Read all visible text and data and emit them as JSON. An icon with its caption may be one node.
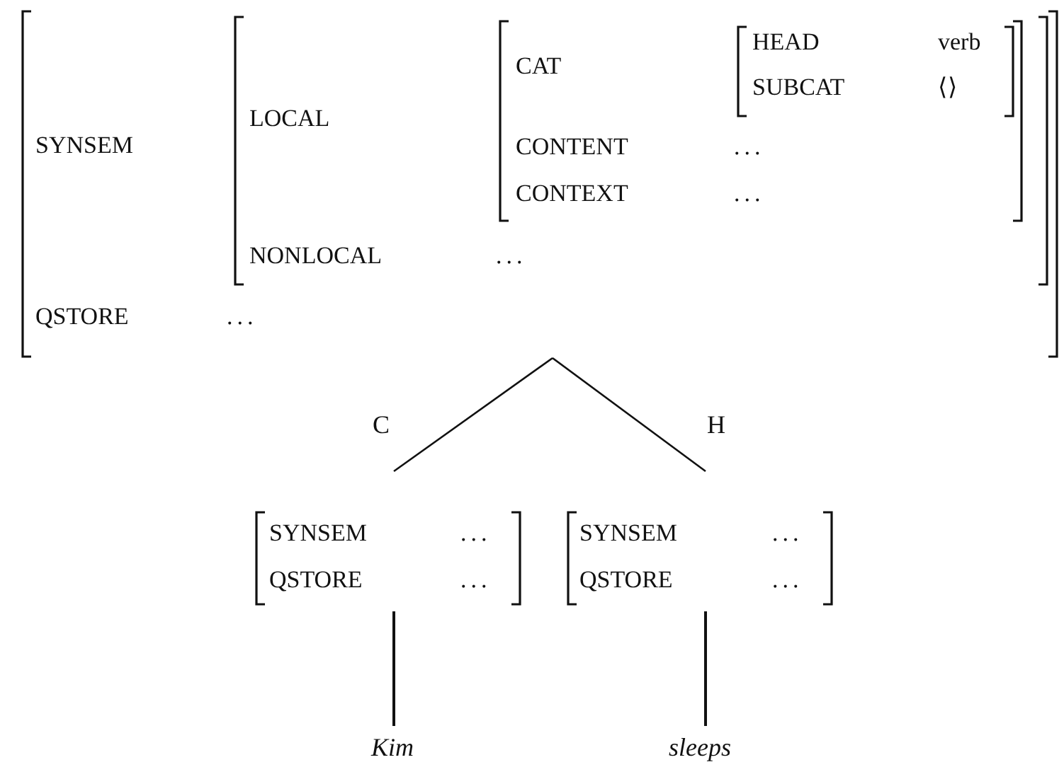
{
  "diagram": {
    "nodes": [
      {
        "text": [
          "SYNSEM",
          "QSTORE",
          "..."
        ]
      },
      {
        "text": [
          "LOCAL",
          "NONLOCAL",
          "..."
        ],
        "in": 0
      },
      {
        "text": [
          "CAT",
          "CONTENT",
          "...",
          "CONTEXT",
          "..."
        ],
        "in": 1
      },
      {
        "text": [
          "HEAD",
          "verb",
          "SUBCAT",
          "⟨⟩"
        ],
        "in": 2
      },
      {
        "text": [
          "SYNSEM",
          "...",
          "QSTORE",
          "..."
        ]
      },
      {
        "text": [
          "SYNSEM",
          "...",
          "QSTORE",
          "..."
        ]
      },
      {
        "text": [
          "Kim"
        ]
      },
      {
        "text": [
          "sleeps"
        ]
      }
    ],
    "edges": [
      {
        "from": 0,
        "to": 4,
        "arrow": "none",
        "label": "C"
      },
      {
        "from": 0,
        "to": 5,
        "arrow": "none",
        "label": "H"
      },
      {
        "from": 4,
        "to": 6,
        "arrow": "none"
      },
      {
        "from": 5,
        "to": 7,
        "arrow": "none"
      }
    ]
  }
}
